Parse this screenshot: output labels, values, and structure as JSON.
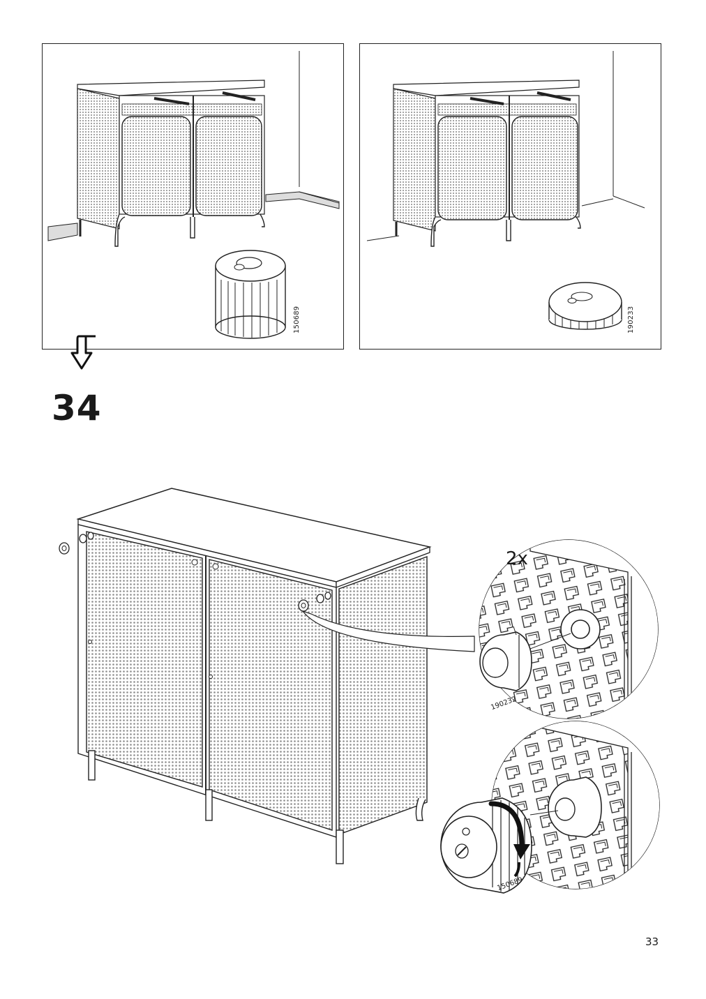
{
  "panel_left": {
    "part_code": "150689"
  },
  "panel_right": {
    "part_code": "190233"
  },
  "step": {
    "number": "34"
  },
  "detail": {
    "quantity": "2x",
    "top_part_code": "190232",
    "bottom_part_code": "150689"
  },
  "page_number": "33",
  "colors": {
    "line": "#1a1a1a",
    "mesh": "#bdbdbd",
    "background": "#ffffff"
  },
  "icons": [
    "step-down-arrow-icon",
    "rotate-clockwise-arrow-icon"
  ]
}
